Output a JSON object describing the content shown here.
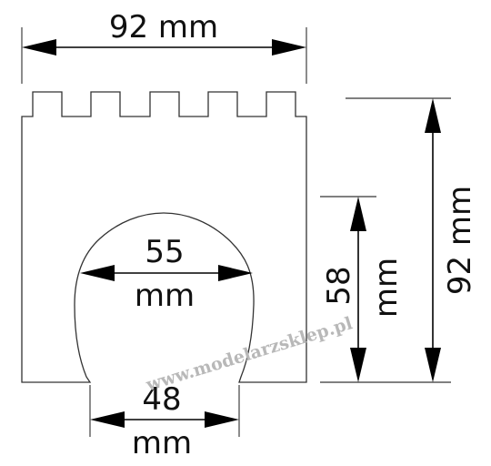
{
  "dimensions": {
    "top_width": "92 mm",
    "right_height": "92 mm",
    "inner_height_value": "58",
    "inner_height_unit": "mm",
    "arch_width_value": "55",
    "arch_width_unit": "mm",
    "bottom_opening_value": "48",
    "bottom_opening_unit": "mm"
  },
  "watermark": "www.modelarzsklep.pl",
  "colors": {
    "outline": "#333333",
    "dimension_lines": "#000000",
    "text": "#111111",
    "watermark": "#b8b8b8"
  }
}
